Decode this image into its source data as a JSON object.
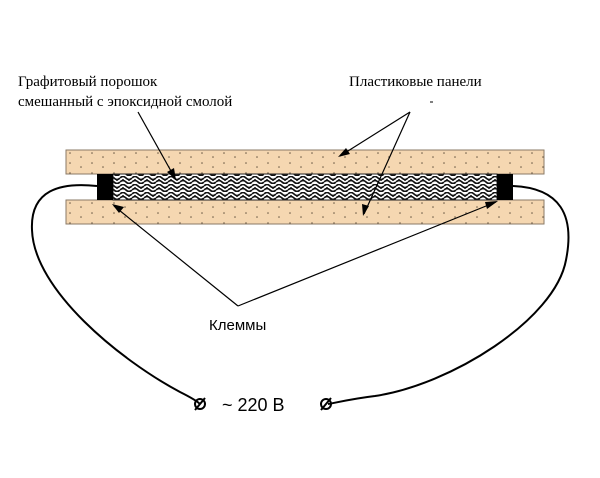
{
  "labels": {
    "graphite_line1": "Графитовый порошок",
    "graphite_line2": "смешанный с эпоксидной смолой",
    "plastic_panels": "Пластиковые панели",
    "terminals": "Клеммы",
    "voltage": "~ 220 В"
  },
  "colors": {
    "panel_fill": "#f5d7b1",
    "panel_stroke": "#8a7a66",
    "graphite_fill": "#ffffff",
    "graphite_pattern": "#111111",
    "terminal": "#000000",
    "wire": "#000000"
  },
  "icons": {
    "plug_symbol": "circle-with-slash"
  }
}
